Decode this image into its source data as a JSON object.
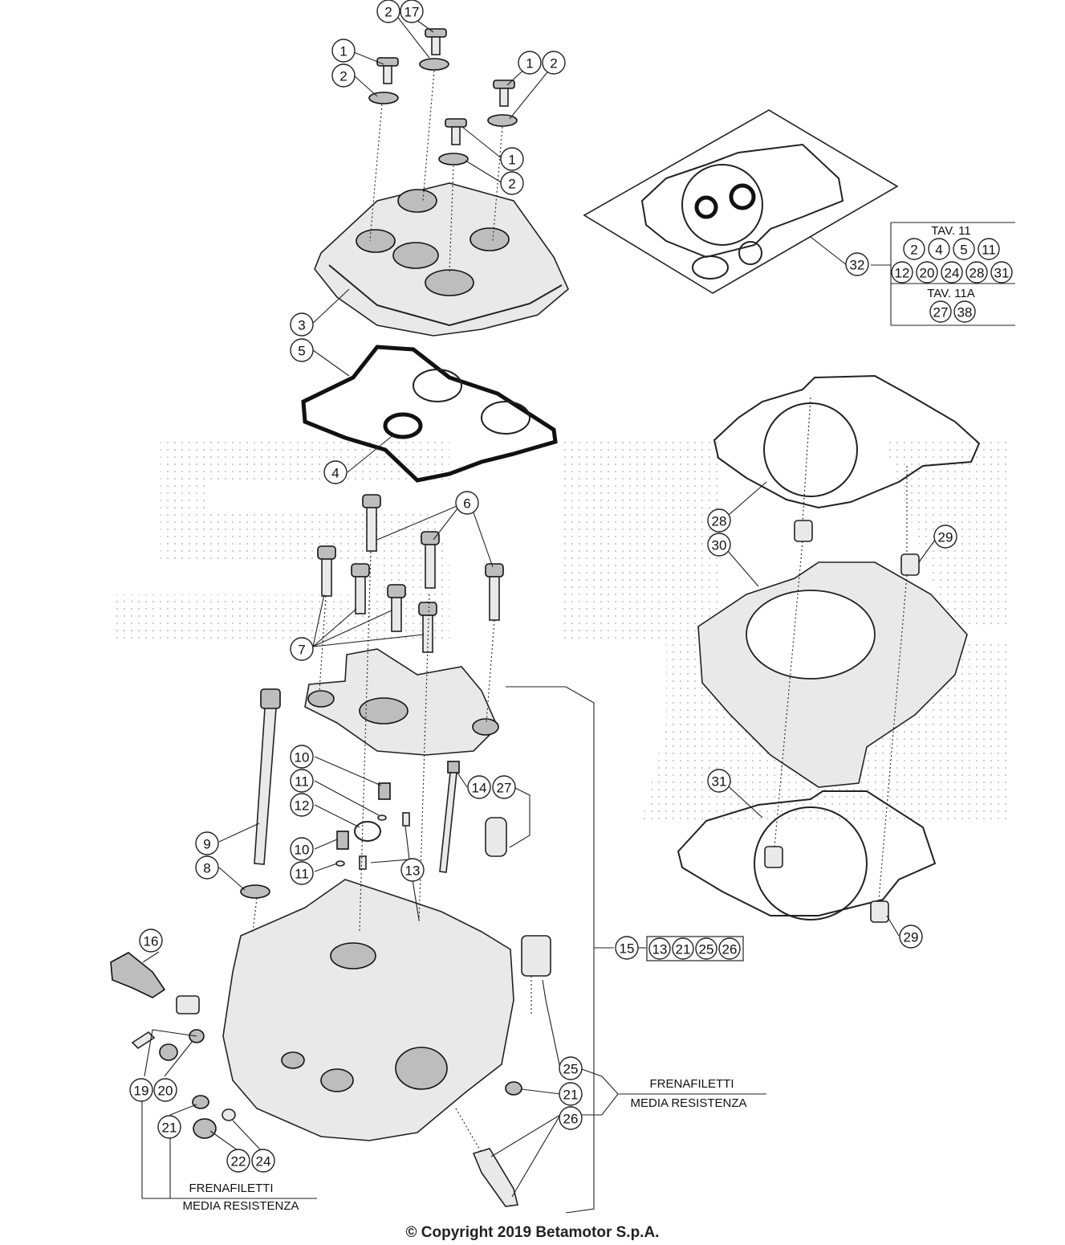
{
  "callouts": [
    "1",
    "2",
    "3",
    "4",
    "5",
    "6",
    "7",
    "8",
    "9",
    "10",
    "11",
    "12",
    "13",
    "14",
    "15",
    "16",
    "17",
    "19",
    "20",
    "21",
    "22",
    "24",
    "25",
    "26",
    "27",
    "28",
    "29",
    "30",
    "31",
    "32"
  ],
  "tav11": {
    "title": "TAV. 11",
    "row1": [
      "2",
      "4",
      "5",
      "11"
    ],
    "row2": [
      "12",
      "20",
      "24",
      "28",
      "31"
    ]
  },
  "tav11a": {
    "title": "TAV. 11A",
    "row": [
      "27",
      "38"
    ]
  },
  "kit15": [
    "13",
    "21",
    "25",
    "26"
  ],
  "notes": {
    "threadlock_line1": "FRENAFILETTI",
    "threadlock_line2": "MEDIA RESISTENZA"
  },
  "copyright": "© Copyright 2019 Betamotor S.p.A."
}
